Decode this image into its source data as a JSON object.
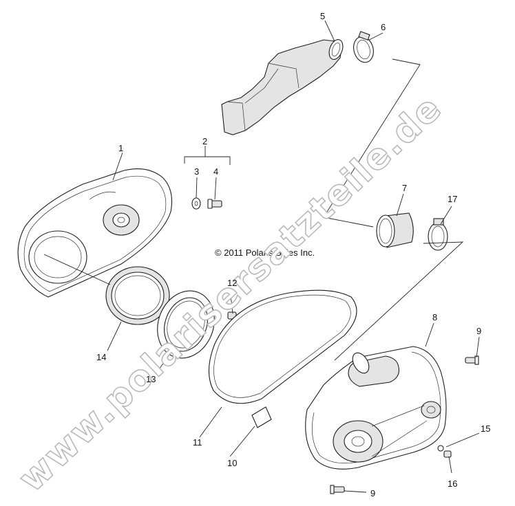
{
  "copyright": "© 2011 Polaris Sales Inc.",
  "watermark": "www.polarisersatzteile.de",
  "callouts": [
    "1",
    "2",
    "3",
    "4",
    "5",
    "6",
    "7",
    "17",
    "12",
    "8",
    "9",
    "14",
    "13",
    "11",
    "10",
    "15",
    "16",
    "9"
  ],
  "colors": {
    "line": "#1c1c1c",
    "watermark_outline": "#b9b9b9",
    "background": "#ffffff"
  }
}
